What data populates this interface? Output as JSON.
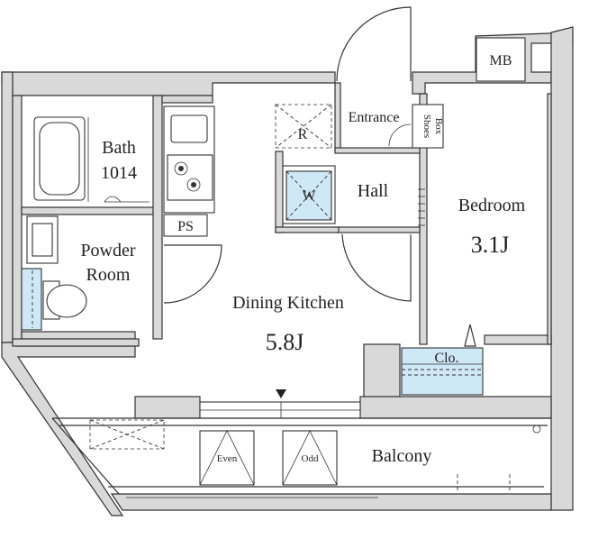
{
  "rooms": {
    "bath": "Bath",
    "bath_size": "1014",
    "powder": "Powder",
    "powder_room": "Room",
    "dining": "Dining Kitchen",
    "dining_size": "5.8J",
    "bedroom": "Bedroom",
    "bedroom_size": "3.1J",
    "entrance": "Entrance",
    "hall": "Hall",
    "balcony": "Balcony"
  },
  "labels": {
    "mb": "MB",
    "ps": "PS",
    "refrigerator": "R",
    "washer": "W",
    "shoes": "Shoes",
    "box": "Box",
    "closet": "Clo.",
    "even": "Even",
    "odd": "Odd"
  },
  "colors": {
    "wall": "#d9d9d9",
    "fixture_blue": "#cfe8f6",
    "line": "#333333"
  }
}
